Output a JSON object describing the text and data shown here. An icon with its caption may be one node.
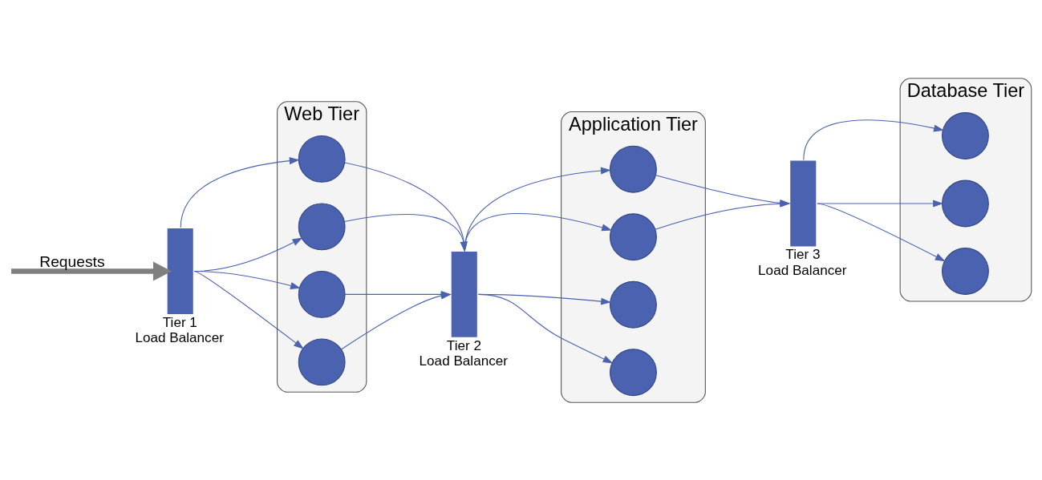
{
  "diagram": {
    "nodes": [
      {
        "text": [],
        "shape": "bar",
        "beside": [
          "Tier 1 Load Balancer"
        ]
      },
      {
        "text": [
          "Web Tier"
        ]
      },
      {
        "text": [],
        "shape": "circle",
        "in": 1
      },
      {
        "text": [],
        "shape": "circle",
        "in": 1
      },
      {
        "text": [],
        "shape": "circle",
        "in": 1
      },
      {
        "text": [],
        "shape": "circle",
        "in": 1
      },
      {
        "text": [],
        "shape": "bar",
        "beside": [
          "Tier 2 Load Balancer"
        ]
      },
      {
        "text": [
          "Application Tier"
        ]
      },
      {
        "text": [],
        "shape": "circle",
        "in": 7
      },
      {
        "text": [],
        "shape": "circle",
        "in": 7
      },
      {
        "text": [],
        "shape": "circle",
        "in": 7
      },
      {
        "text": [],
        "shape": "circle",
        "in": 7
      },
      {
        "text": [],
        "shape": "bar",
        "beside": [
          "Tier 3 Load Balancer"
        ]
      },
      {
        "text": [
          "Database Tier"
        ]
      },
      {
        "text": [],
        "shape": "circle",
        "in": 13
      },
      {
        "text": [],
        "shape": "circle",
        "in": 13
      },
      {
        "text": [],
        "shape": "circle",
        "in": 13
      }
    ],
    "edges": [
      {
        "from": null,
        "to": 0,
        "arrow": "to",
        "label": "Requests",
        "style": "thick",
        "color": "#7f7f7f"
      },
      {
        "from": 0,
        "to": 2,
        "arrow": "to"
      },
      {
        "from": 0,
        "to": 3,
        "arrow": "to"
      },
      {
        "from": 0,
        "to": 4,
        "arrow": "to"
      },
      {
        "from": 0,
        "to": 5,
        "arrow": "to"
      },
      {
        "from": 2,
        "to": 6,
        "arrow": "to"
      },
      {
        "from": 3,
        "to": 6,
        "arrow": "to"
      },
      {
        "from": 4,
        "to": 6,
        "arrow": "to"
      },
      {
        "from": 5,
        "to": 6,
        "arrow": "to"
      },
      {
        "from": 6,
        "to": 8,
        "arrow": "to"
      },
      {
        "from": 6,
        "to": 9,
        "arrow": "to"
      },
      {
        "from": 6,
        "to": 10,
        "arrow": "to"
      },
      {
        "from": 6,
        "to": 11,
        "arrow": "to"
      },
      {
        "from": 8,
        "to": 12,
        "arrow": "to"
      },
      {
        "from": 9,
        "to": 12,
        "arrow": "to"
      },
      {
        "from": 12,
        "to": 14,
        "arrow": "to"
      },
      {
        "from": 12,
        "to": 15,
        "arrow": "to"
      },
      {
        "from": 12,
        "to": 16,
        "arrow": "to"
      }
    ]
  }
}
